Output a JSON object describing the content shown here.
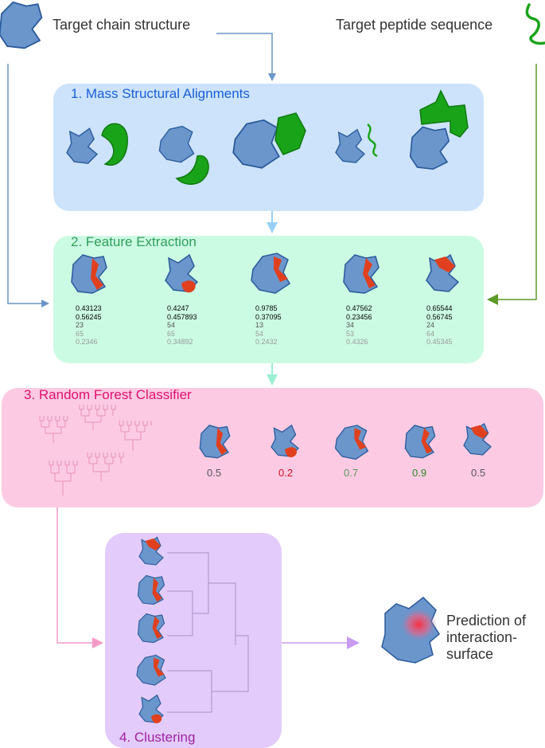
{
  "inputs": {
    "structure_label": "Target chain structure",
    "sequence_label": "Target peptide sequence"
  },
  "steps": [
    {
      "title": "1. Mass Structural Alignments",
      "color": "#1a5fd6"
    },
    {
      "title": "2. Feature Extraction",
      "color": "#2e9e5b"
    },
    {
      "title": "3. Random Forest Classifier",
      "color": "#e0106e"
    },
    {
      "title": "4. Clustering",
      "color": "#a020a0"
    }
  ],
  "features": [
    [
      "0.43123",
      "0.56245",
      "23",
      "65",
      "0.2346"
    ],
    [
      "0.4247",
      "0.457893",
      "54",
      "65",
      "0.34892"
    ],
    [
      "0.9785",
      "0.37095",
      "13",
      "54",
      "0.2432"
    ],
    [
      "0.47562",
      "0.23456",
      "34",
      "53",
      "0.4326"
    ],
    [
      "0.65544",
      "0.56745",
      "24",
      "64",
      "0.45345"
    ]
  ],
  "scores": [
    {
      "value": "0.5",
      "color": "#555555"
    },
    {
      "value": "0.2",
      "color": "#d0101e"
    },
    {
      "value": "0.7",
      "color": "#5a9a5a"
    },
    {
      "value": "0.9",
      "color": "#2a8a2a"
    },
    {
      "value": "0.5",
      "color": "#555555"
    }
  ],
  "output": {
    "line1": "Prediction of",
    "line2": "interaction-",
    "line3": "surface"
  },
  "colors": {
    "protein": "#6a96cc",
    "protein_stroke": "#2a5a9a",
    "peptide": "#19a319",
    "interface": "#e0401e",
    "box1": "#cce3fb",
    "box2": "#ccfbe3",
    "box3": "#fccbe3",
    "box4": "#e3ccfb"
  }
}
